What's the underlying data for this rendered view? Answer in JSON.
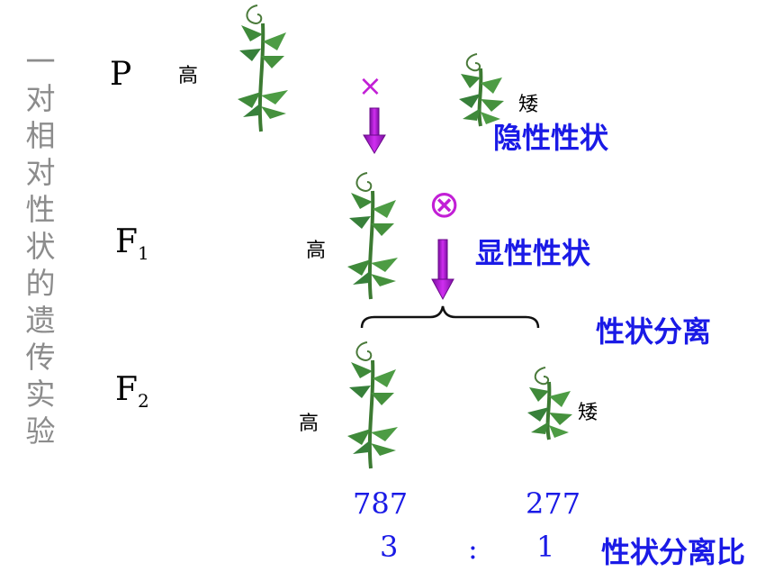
{
  "title_chars": [
    "一",
    "对",
    "相",
    "对",
    "性",
    "状",
    "的",
    "遗",
    "传",
    "实",
    "验"
  ],
  "generations": {
    "p": "P",
    "f1_base": "F",
    "f1_sub": "1",
    "f2_base": "F",
    "f2_sub": "2"
  },
  "labels": {
    "p_tall": "高",
    "p_short": "矮",
    "f1_tall": "高",
    "f2_tall": "高",
    "f2_short": "矮"
  },
  "symbols": {
    "cross": "×",
    "self": "⊗"
  },
  "annotations": {
    "recessive": "隐性性状",
    "dominant": "显性性状",
    "segregation": "性状分离",
    "ratio_label": "性状分离比"
  },
  "counts": {
    "tall": "787",
    "short": "277"
  },
  "ratio": {
    "left": "3",
    "colon": ":",
    "right": "1"
  },
  "colors": {
    "stem": "#4a8a3c",
    "leaf": "#3f8a3a",
    "arrow": "#b41fd6",
    "text_blue": "#1a1ae6",
    "title_grey": "#8c8c8c"
  }
}
